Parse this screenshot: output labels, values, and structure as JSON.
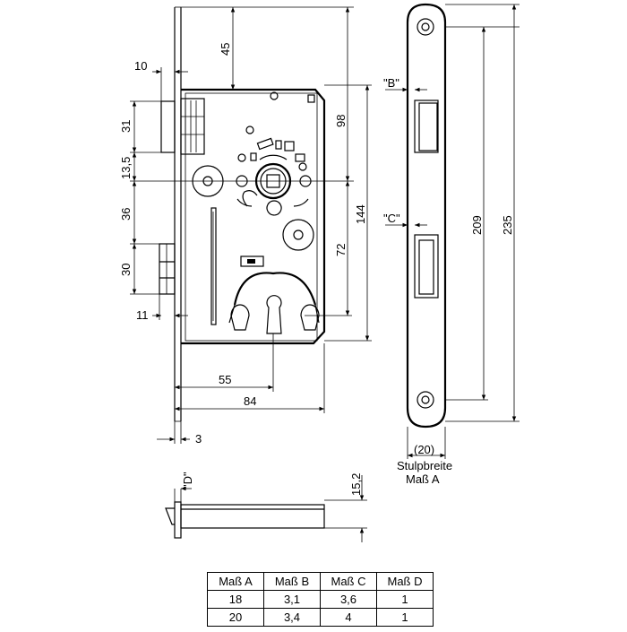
{
  "dimensions": {
    "d10": "10",
    "d45": "45",
    "d31": "31",
    "d13_5": "13,5",
    "d36": "36",
    "d30": "30",
    "d11": "11",
    "d98": "98",
    "d144": "144",
    "d72": "72",
    "d55": "55",
    "d84": "84",
    "d3": "3",
    "d209": "209",
    "d235": "235",
    "dB": "\"B\"",
    "dC": "\"C\"",
    "dD": "\"D\"",
    "d20": "(20)",
    "d15_2": "15,2"
  },
  "labels": {
    "stulpbreite": "Stulpbreite",
    "mass_a": "Maß  A"
  },
  "table": {
    "headers": [
      "Maß  A",
      "Maß  B",
      "Maß  C",
      "Maß  D"
    ],
    "rows": [
      [
        "18",
        "3,1",
        "3,6",
        "1"
      ],
      [
        "20",
        "3,4",
        "4",
        "1"
      ]
    ]
  }
}
